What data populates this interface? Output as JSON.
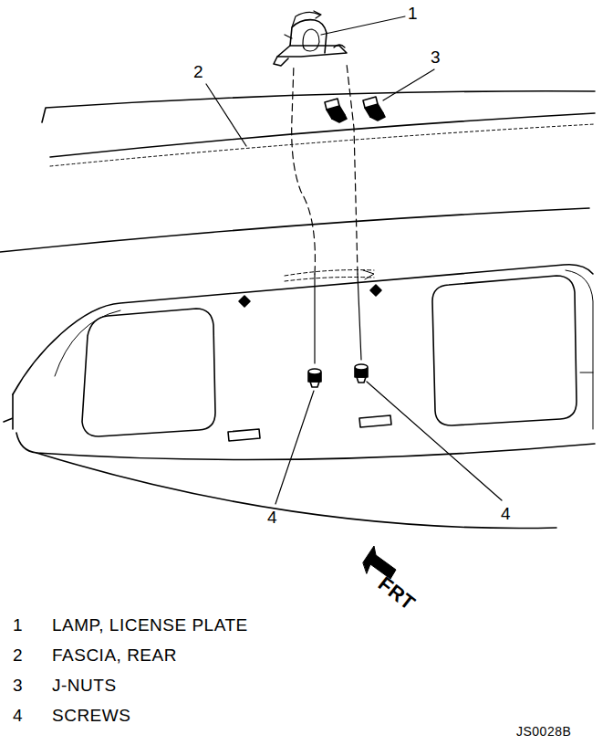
{
  "diagram": {
    "labels": [
      "1",
      "2",
      "3",
      "4",
      "4",
      "1",
      "LAMP, LICENSE PLATE",
      "2",
      "FASCIA, REAR",
      "3",
      "J-NUTS",
      "4",
      "SCREWS",
      "FRT",
      "JS0028B"
    ]
  }
}
